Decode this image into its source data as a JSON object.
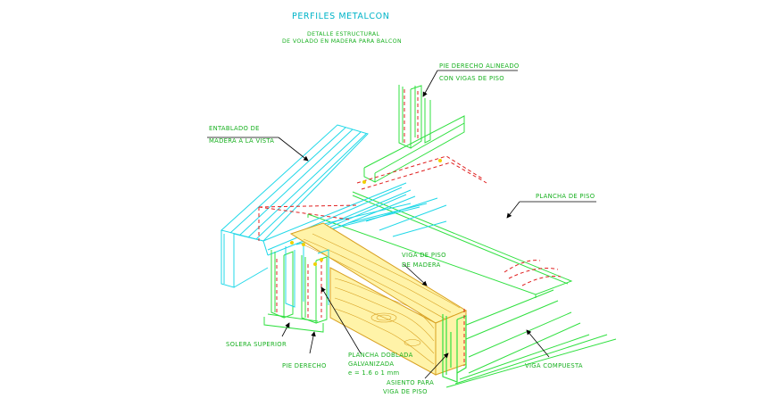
{
  "title": "PERFILES METALCON",
  "subtitle_line1": "DETALLE ESTRUCTURAL",
  "subtitle_line2": "DE VOLADO EN MADERA PARA BALCON",
  "labels": {
    "pie_derecho_alineado_1": "PIE DERECHO ALINEADO",
    "pie_derecho_alineado_2": "CON VIGAS DE PISO",
    "entablado_1": "ENTABLADO DE",
    "entablado_2": "MADERA A LA VISTA",
    "plancha_de_piso": "PLANCHA DE PISO",
    "viga_de_piso_1": "VIGA DE PISO",
    "viga_de_piso_2": "DE MADERA",
    "solera_superior": "SOLERA SUPERIOR",
    "pie_derecho": "PIE DERECHO",
    "plancha_doblada_1": "PLANCHA DOBLADA",
    "plancha_doblada_2": "GALVANIZADA",
    "plancha_doblada_3": "e = 1.6 o 1 mm",
    "asiento_1": "ASIENTO PARA",
    "asiento_2": "VIGA DE PISO",
    "viga_compuesta": "VIGA COMPUESTA"
  },
  "colors": {
    "background": "#ffffff",
    "title_text": "#00b4c8",
    "label_text": "#18b020",
    "timber_cyan": "#20d8e8",
    "steel_green": "#30e040",
    "dashed_red": "#e02020",
    "wood_fill": "#fff3a8",
    "wood_grain": "#d8a020",
    "leader": "#000000"
  }
}
